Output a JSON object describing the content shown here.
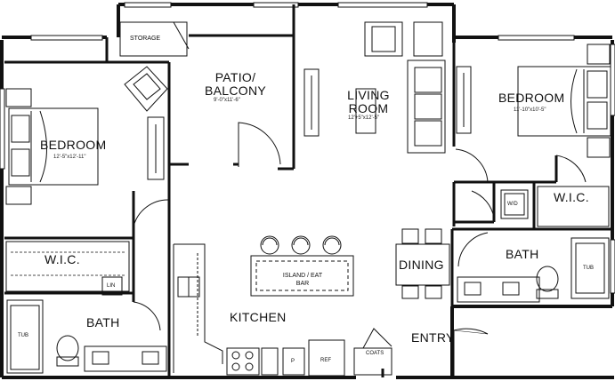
{
  "rooms": {
    "bedroom_left": {
      "label": "BEDROOM",
      "dims": "12'-5\"x12'-11\""
    },
    "bedroom_right": {
      "label": "BEDROOM",
      "dims": "11'-10\"x10'-5\""
    },
    "living": {
      "label": "LIVING ROOM",
      "dims": "12'+5\"x12'-5\""
    },
    "patio": {
      "label": "PATIO/ BALCONY",
      "dims": "9'-0\"x11'-6\""
    },
    "storage": {
      "label": "STORAGE"
    },
    "kitchen": {
      "label": "KITCHEN"
    },
    "dining": {
      "label": "DINING"
    },
    "entry": {
      "label": "ENTRY"
    },
    "bath_left": {
      "label": "BATH"
    },
    "bath_right": {
      "label": "BATH"
    },
    "wic_left": {
      "label": "W.I.C."
    },
    "wic_right": {
      "label": "W.I.C."
    }
  },
  "fixtures": {
    "island": "ISLAND / EAT BAR",
    "washer_dryer": "W/D",
    "linen": "LIN",
    "tub": "TUB",
    "pantry": "P",
    "refrigerator": "REF",
    "coats": "COATS"
  }
}
